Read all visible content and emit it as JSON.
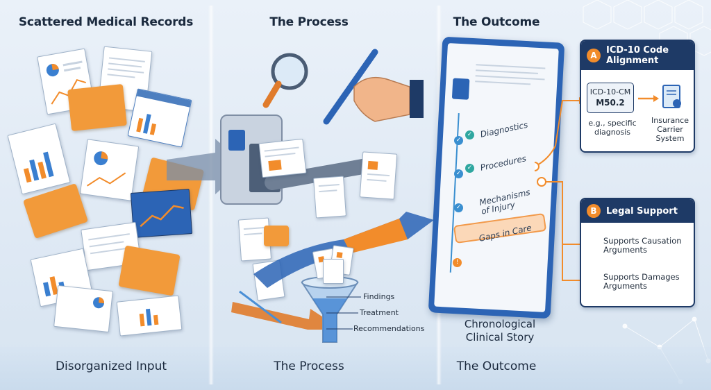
{
  "columns": {
    "left": {
      "heading": "Scattered Medical Records",
      "footer": "Disorganized Input"
    },
    "middle": {
      "heading": "The Process",
      "footer": "The Process"
    },
    "right": {
      "heading": "The Outcome",
      "footer": "The Outcome"
    }
  },
  "process": {
    "funnel_outputs": [
      "Findings",
      "Treatment",
      "Recommendations"
    ]
  },
  "outcome": {
    "timeline": [
      "Diagnostics",
      "Procedures",
      "Mechanisms of Injury",
      "Gaps in Care"
    ],
    "caption_line1": "Chronological",
    "caption_line2": "Clinical Story"
  },
  "cards": {
    "icd": {
      "badge": "A",
      "title_line1": "ICD-10 Code",
      "title_line2": "Alignment",
      "code_line1": "ICD-10-CM",
      "code_line2": "M50.2",
      "note_line1": "e.g., specific",
      "note_line2": "diagnosis",
      "system_line1": "Insurance",
      "system_line2": "Carrier",
      "system_line3": "System"
    },
    "legal": {
      "badge": "B",
      "title": "Legal Support",
      "item1_line1": "Supports Causation",
      "item1_line2": "Arguments",
      "item2_line1": "Supports Damages",
      "item2_line2": "Arguments"
    }
  },
  "colors": {
    "navy": "#1e3a66",
    "orange": "#f28c2b",
    "blue": "#2c64b5",
    "background": "#e3ecf6"
  }
}
